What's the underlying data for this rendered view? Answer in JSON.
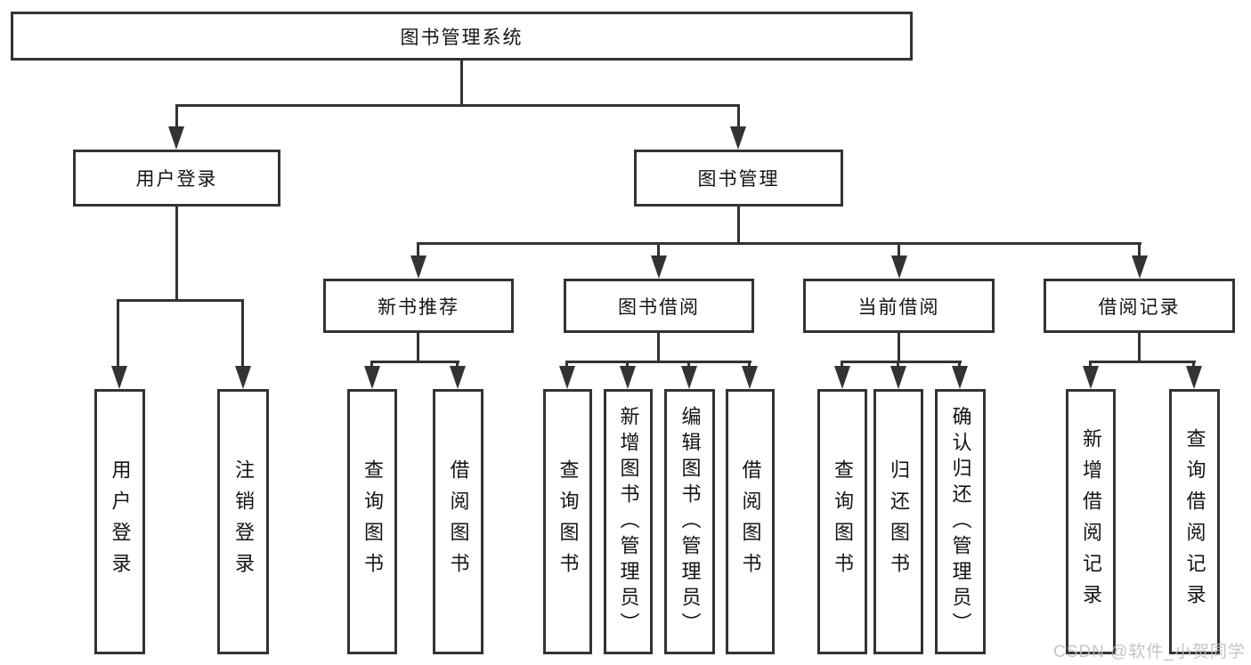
{
  "diagram": {
    "root": "图书管理系统",
    "level2": [
      "用户登录",
      "图书管理"
    ],
    "level3": [
      "新书推荐",
      "图书借阅",
      "当前借阅",
      "借阅记录"
    ],
    "leaves": {
      "user_login": [
        "用户登录",
        "注销登录"
      ],
      "new_books": [
        "查询图书",
        "借阅图书"
      ],
      "book_borrow": [
        "查询图书",
        "新增图书（管理员）",
        "编辑图书（管理员）",
        "借阅图书"
      ],
      "current_borrow": [
        "查询图书",
        "归还图书",
        "确认归还（管理员）"
      ],
      "borrow_records": [
        "新增借阅记录",
        "查询借阅记录"
      ]
    }
  },
  "watermark": {
    "text": "CSDN @软件_小贺同学"
  },
  "colors": {
    "node_border": "#333333",
    "connector": "#333333",
    "text": "#141414",
    "watermark": "#bdbdbd",
    "background": "#ffffff"
  }
}
